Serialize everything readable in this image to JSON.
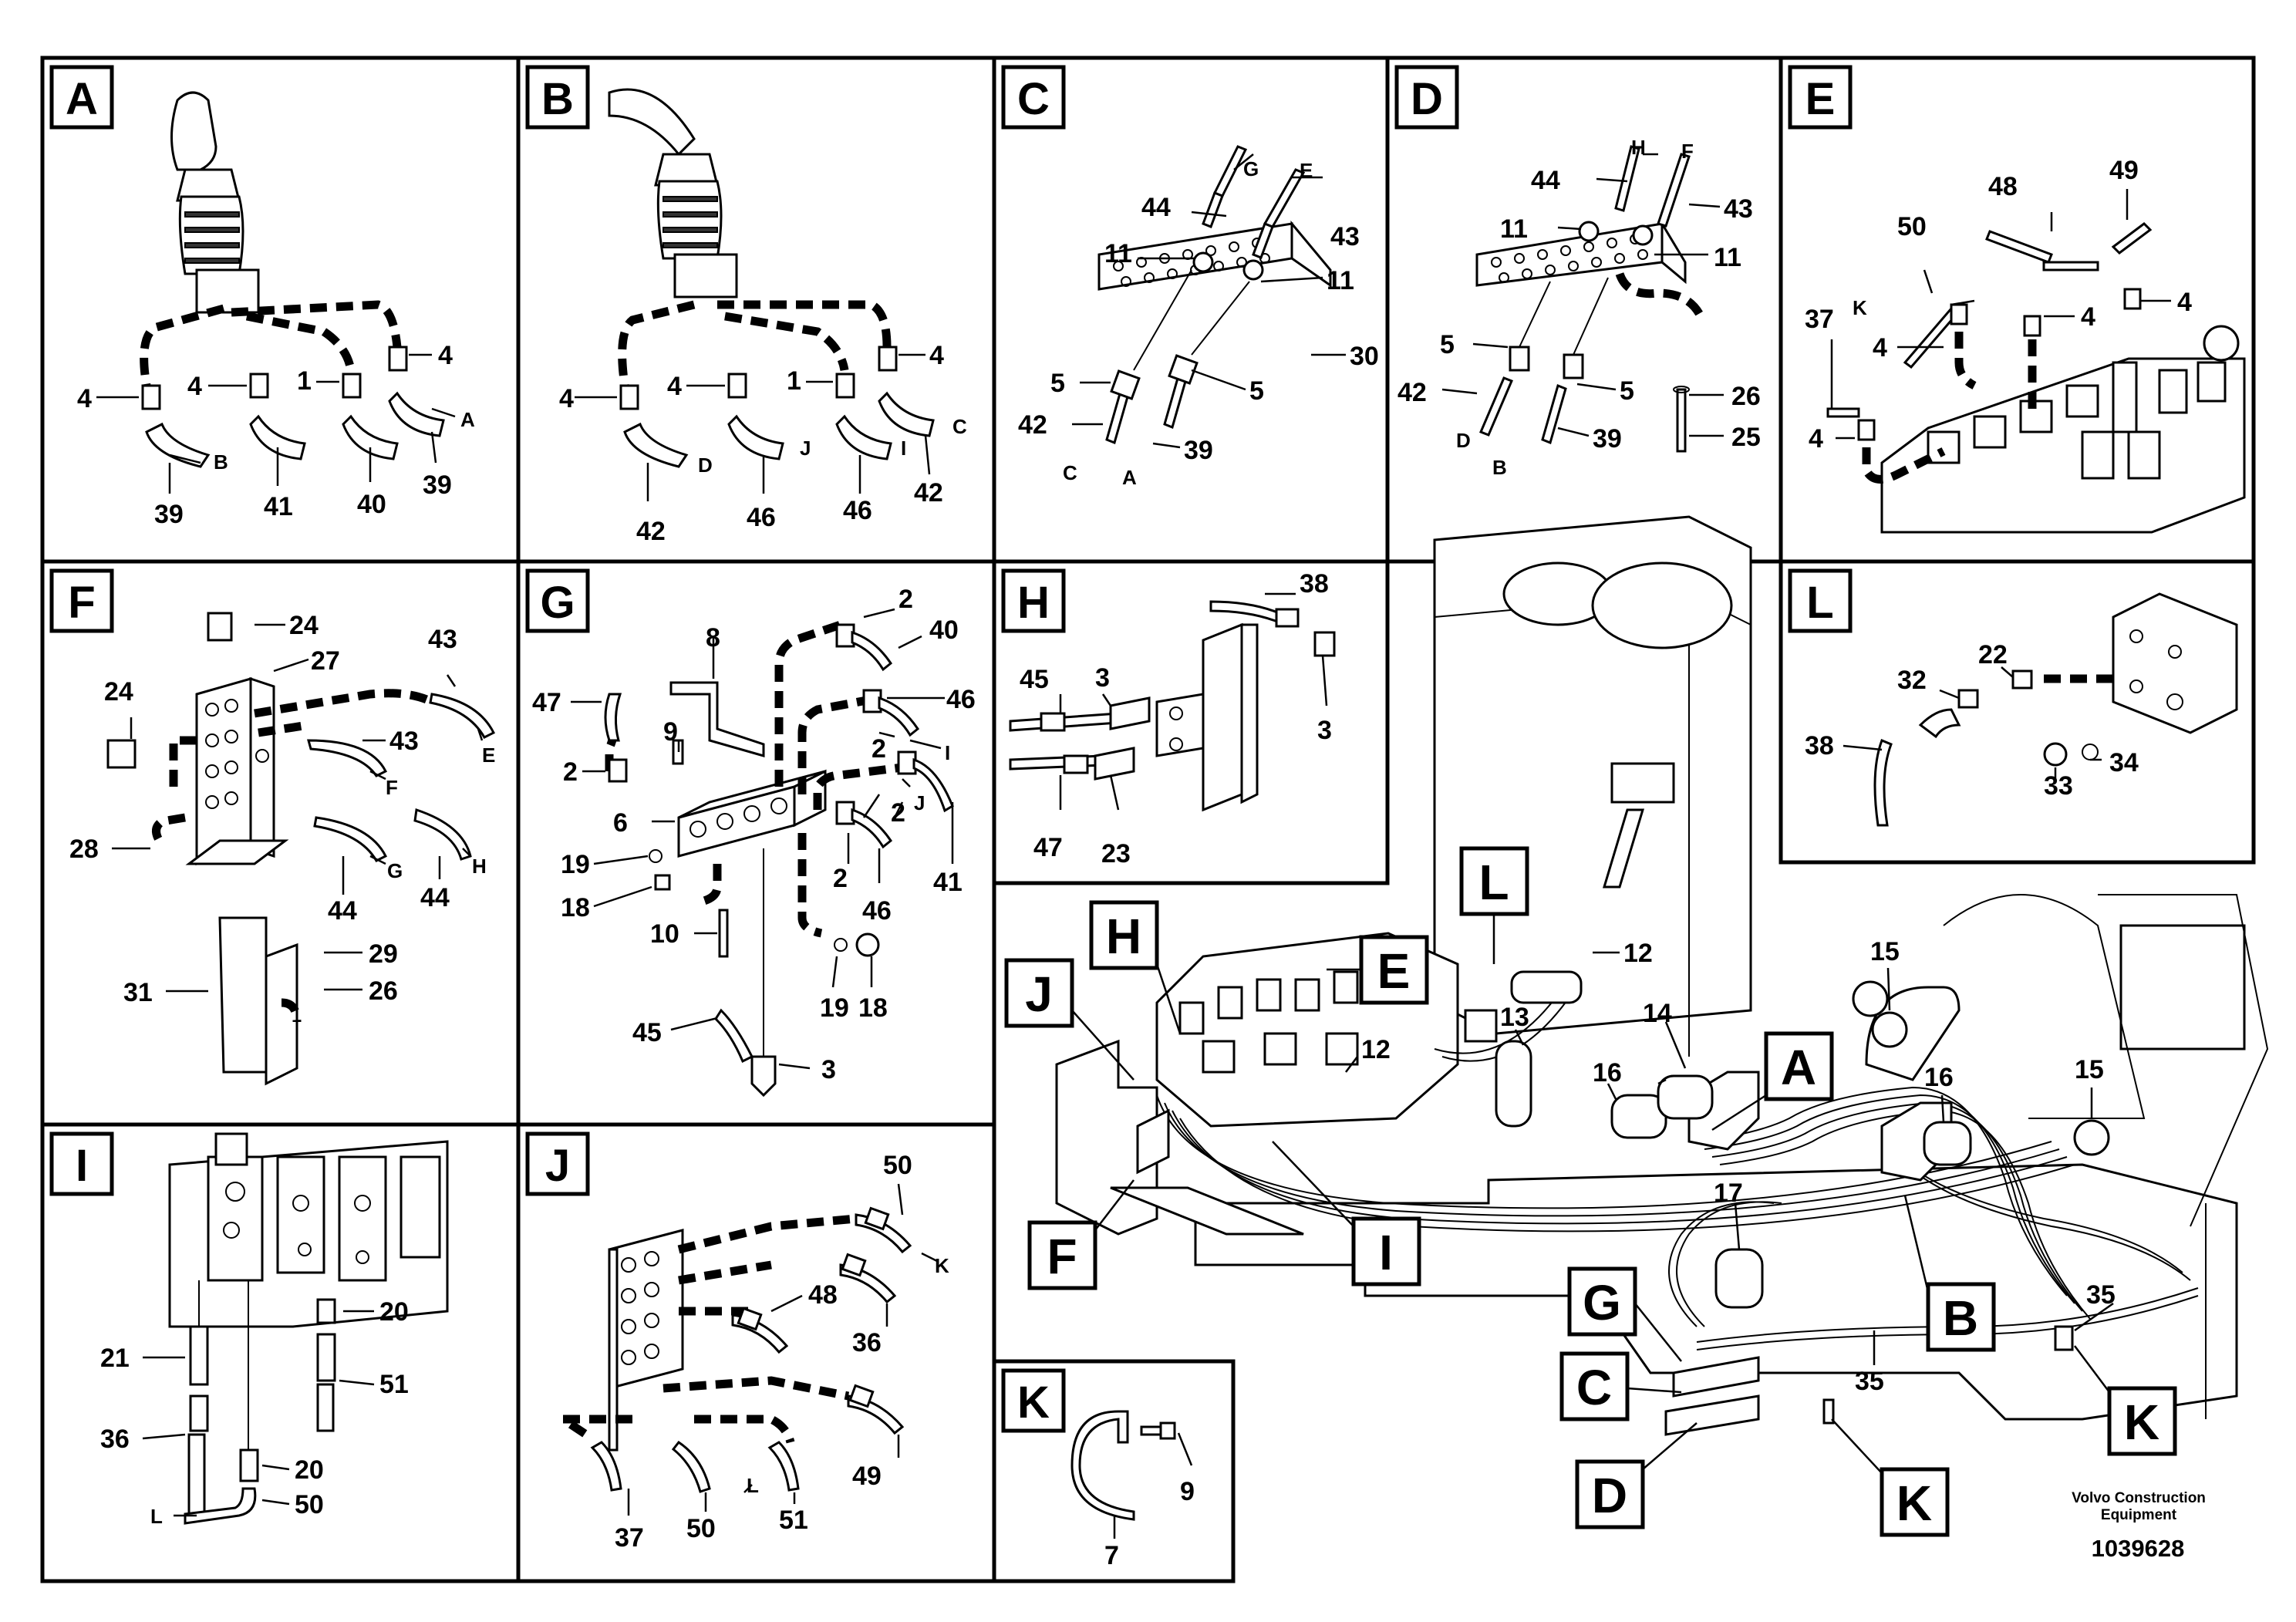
{
  "panels": [
    {
      "tag": "A",
      "labels": [
        "4",
        "4",
        "1",
        "4",
        "B",
        "A",
        "39",
        "41",
        "40",
        "39"
      ]
    },
    {
      "tag": "B",
      "labels": [
        "4",
        "4",
        "1",
        "4",
        "D",
        "J",
        "I",
        "C",
        "42",
        "46",
        "46",
        "42"
      ]
    },
    {
      "tag": "C",
      "labels": [
        "44",
        "G",
        "E",
        "43",
        "11",
        "11",
        "30",
        "5",
        "5",
        "42",
        "C",
        "A",
        "39"
      ]
    },
    {
      "tag": "D",
      "labels": [
        "44",
        "H",
        "F",
        "43",
        "11",
        "11",
        "5",
        "42",
        "D",
        "5",
        "B",
        "39",
        "26",
        "25"
      ]
    },
    {
      "tag": "E",
      "labels": [
        "48",
        "49",
        "50",
        "K",
        "4",
        "37",
        "4",
        "4",
        "4"
      ]
    },
    {
      "tag": "F",
      "labels": [
        "24",
        "27",
        "43",
        "24",
        "43",
        "E",
        "F",
        "28",
        "44",
        "G",
        "44",
        "H",
        "29",
        "26",
        "31"
      ]
    },
    {
      "tag": "G",
      "labels": [
        "2",
        "8",
        "40",
        "47",
        "46",
        "9",
        "2",
        "I",
        "2",
        "6",
        "2",
        "J",
        "41",
        "19",
        "2",
        "46",
        "18",
        "10",
        "19",
        "18",
        "45",
        "3"
      ]
    },
    {
      "tag": "H",
      "labels": [
        "38",
        "45",
        "3",
        "3",
        "47",
        "23"
      ]
    },
    {
      "tag": "I",
      "labels": [
        "20",
        "21",
        "51",
        "36",
        "20",
        "L",
        "50"
      ]
    },
    {
      "tag": "J",
      "labels": [
        "50",
        "K",
        "48",
        "36",
        "49",
        "37",
        "50",
        "L",
        "51"
      ]
    },
    {
      "tag": "K",
      "labels": [
        "9",
        "7"
      ]
    },
    {
      "tag": "L",
      "labels": [
        "22",
        "32",
        "38",
        "34",
        "33"
      ]
    }
  ],
  "overview": {
    "callouts": [
      "L",
      "E",
      "H",
      "J",
      "A",
      "F",
      "I",
      "G",
      "C",
      "D",
      "K",
      "B",
      "K"
    ],
    "labels": [
      "12",
      "15",
      "14",
      "16",
      "12",
      "13",
      "15",
      "16",
      "17",
      "35",
      "35"
    ]
  },
  "footer": {
    "company_line1": "Volvo Construction",
    "company_line2": "Equipment",
    "figure_number": "1039628"
  }
}
